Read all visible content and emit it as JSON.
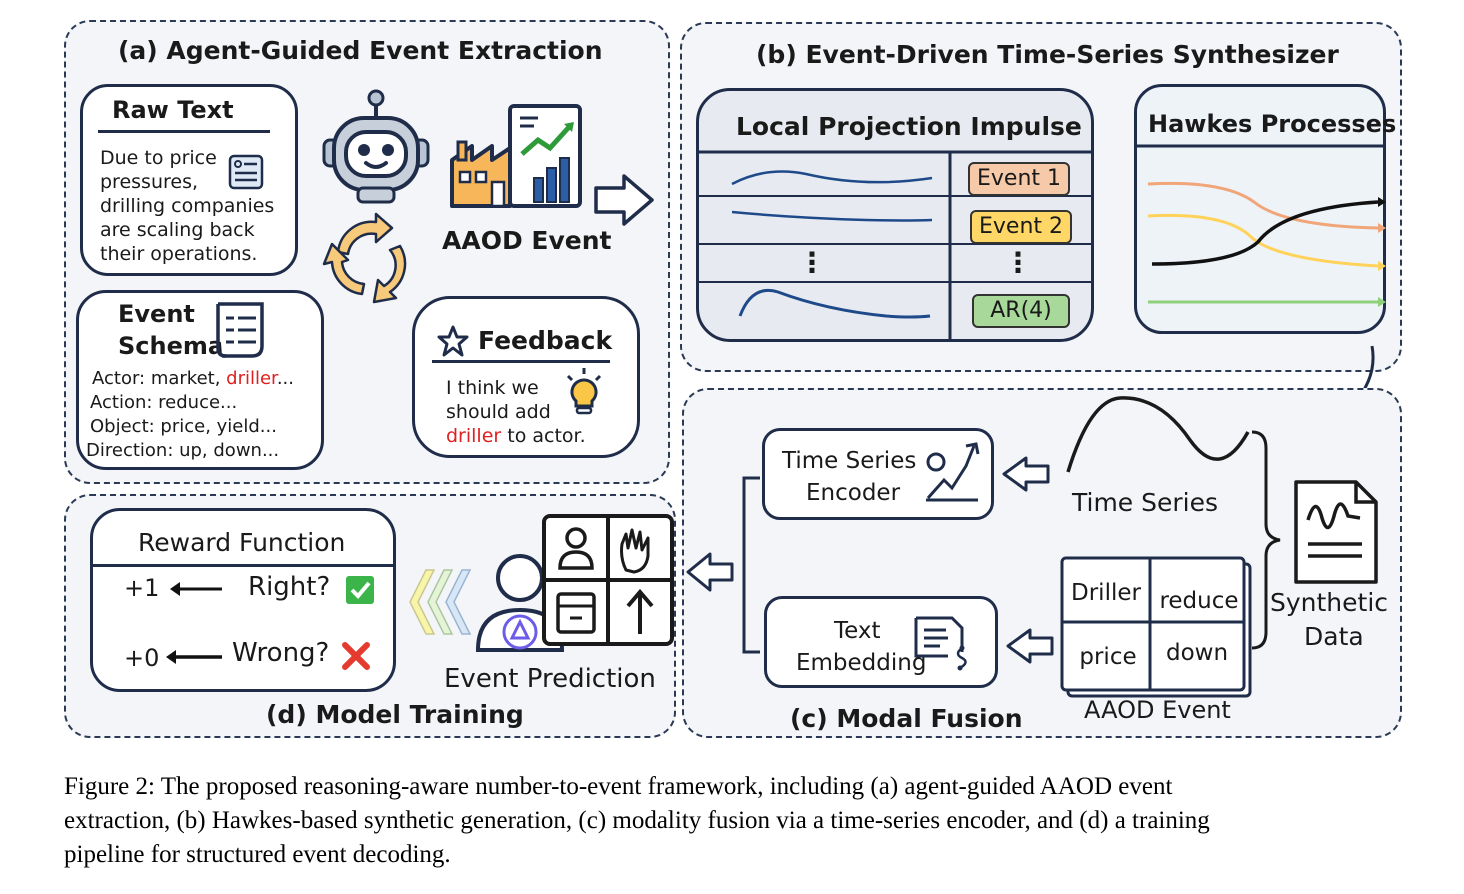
{
  "panel_a": {
    "title": "(a) Agent-Guided Event Extraction",
    "raw_text": {
      "title": "Raw Text",
      "lines": [
        "Due to price",
        "pressures,",
        "drilling companies",
        "are scaling back",
        "their operations."
      ]
    },
    "aaod_event_label": "AAOD Event",
    "event_schema": {
      "title_line1": "Event",
      "title_line2": "Schema",
      "actor_prefix": "Actor: market, ",
      "actor_highlight": "driller",
      "actor_suffix": "...",
      "action": "Action: reduce...",
      "object": "Object: price, yield...",
      "direction": "Direction: up, down..."
    },
    "feedback": {
      "title": "Feedback",
      "line1": "I think we",
      "line2": "should add",
      "highlight": "driller",
      "line3_suffix": " to actor."
    }
  },
  "panel_b": {
    "title": "(b) Event-Driven Time-Series Synthesizer",
    "lpi_title": "Local Projection Impulse",
    "events": [
      "Event 1",
      "Event 2",
      "AR(4)"
    ],
    "dots": "⋮",
    "hawkes_title": "Hawkes Processes"
  },
  "panel_c": {
    "title": "(c) Modal Fusion",
    "ts_encoder_line1": "Time Series",
    "ts_encoder_line2": "Encoder",
    "text_emb_line1": "Text",
    "text_emb_line2": "Embedding",
    "time_series_label": "Time Series",
    "synthetic_line1": "Synthetic",
    "synthetic_line2": "Data",
    "aaod_cells": [
      "Driller",
      "reduce",
      "price",
      "down"
    ],
    "aaod_label": "AAOD Event"
  },
  "panel_d": {
    "title": "(d) Model Training",
    "reward_title": "Reward Function",
    "plus_one": "+1",
    "right_label": "Right?",
    "plus_zero": "+0",
    "wrong_label": "Wrong?",
    "event_prediction": "Event Prediction"
  },
  "caption": {
    "line1": "Figure 2: The proposed reasoning-aware number-to-event framework, including (a) agent-guided AAOD event",
    "line2": "extraction, (b) Hawkes-based synthetic generation, (c) modality fusion via a time-series encoder, and (d) a training",
    "line3": "pipeline for structured event decoding."
  },
  "colors": {
    "event1": "#f6c9a8",
    "event2": "#ffd766",
    "ar4": "#a8d89a",
    "navy": "#1f2d4a"
  }
}
